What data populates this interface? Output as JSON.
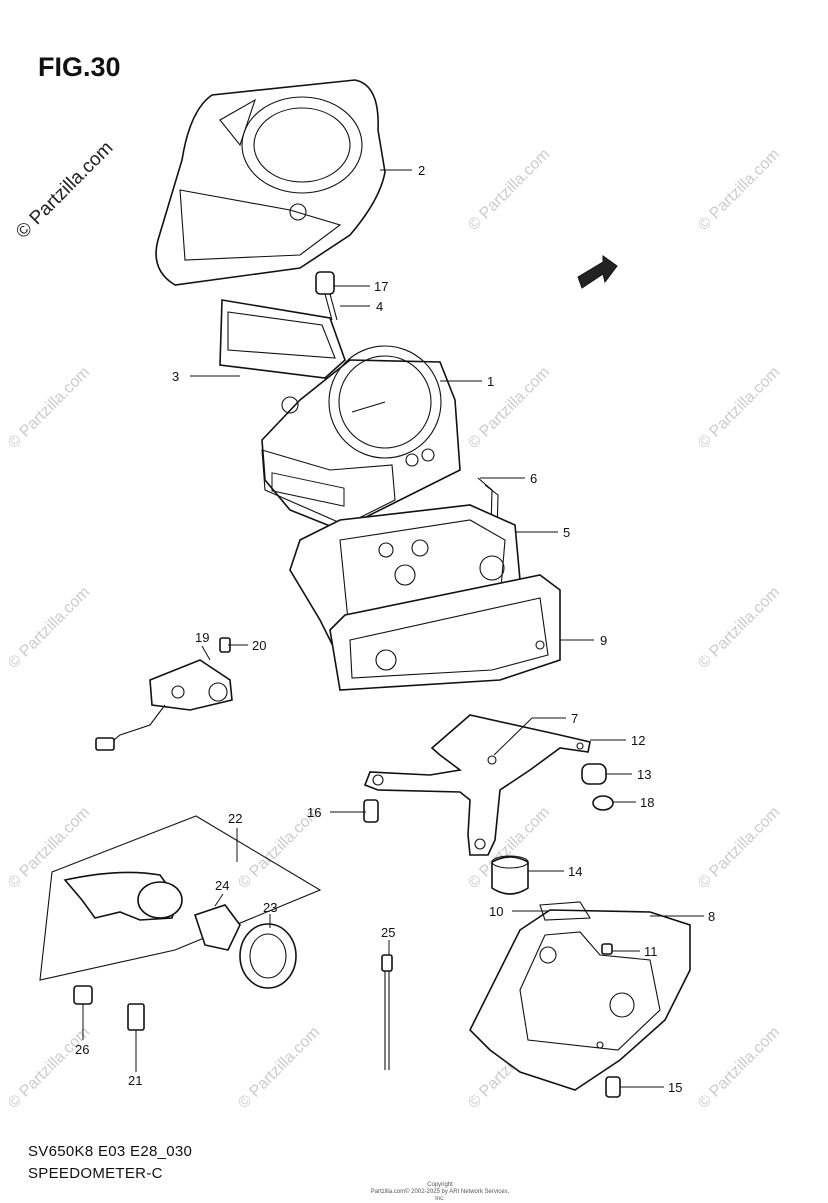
{
  "figure": {
    "title": "FIG.30"
  },
  "footer": {
    "code": "SV650K8 E03 E28_030",
    "name": "SPEEDOMETER-C"
  },
  "copyright": {
    "line1": "Copyright",
    "line2": "Partzilla.com© 2002-2025 by ARI Network Services, Inc."
  },
  "watermark": {
    "text": "© Partzilla.com"
  },
  "callouts": [
    {
      "id": "1",
      "label": "1"
    },
    {
      "id": "2",
      "label": "2"
    },
    {
      "id": "3",
      "label": "3"
    },
    {
      "id": "4",
      "label": "4"
    },
    {
      "id": "5",
      "label": "5"
    },
    {
      "id": "6",
      "label": "6"
    },
    {
      "id": "7",
      "label": "7"
    },
    {
      "id": "8",
      "label": "8"
    },
    {
      "id": "9",
      "label": "9"
    },
    {
      "id": "10",
      "label": "10"
    },
    {
      "id": "11",
      "label": "11"
    },
    {
      "id": "12",
      "label": "12"
    },
    {
      "id": "13",
      "label": "13"
    },
    {
      "id": "14",
      "label": "14"
    },
    {
      "id": "15",
      "label": "15"
    },
    {
      "id": "16",
      "label": "16"
    },
    {
      "id": "17",
      "label": "17"
    },
    {
      "id": "18",
      "label": "18"
    },
    {
      "id": "19",
      "label": "19"
    },
    {
      "id": "20",
      "label": "20"
    },
    {
      "id": "21",
      "label": "21"
    },
    {
      "id": "22",
      "label": "22"
    },
    {
      "id": "23",
      "label": "23"
    },
    {
      "id": "24",
      "label": "24"
    },
    {
      "id": "25",
      "label": "25"
    },
    {
      "id": "26",
      "label": "26"
    }
  ]
}
